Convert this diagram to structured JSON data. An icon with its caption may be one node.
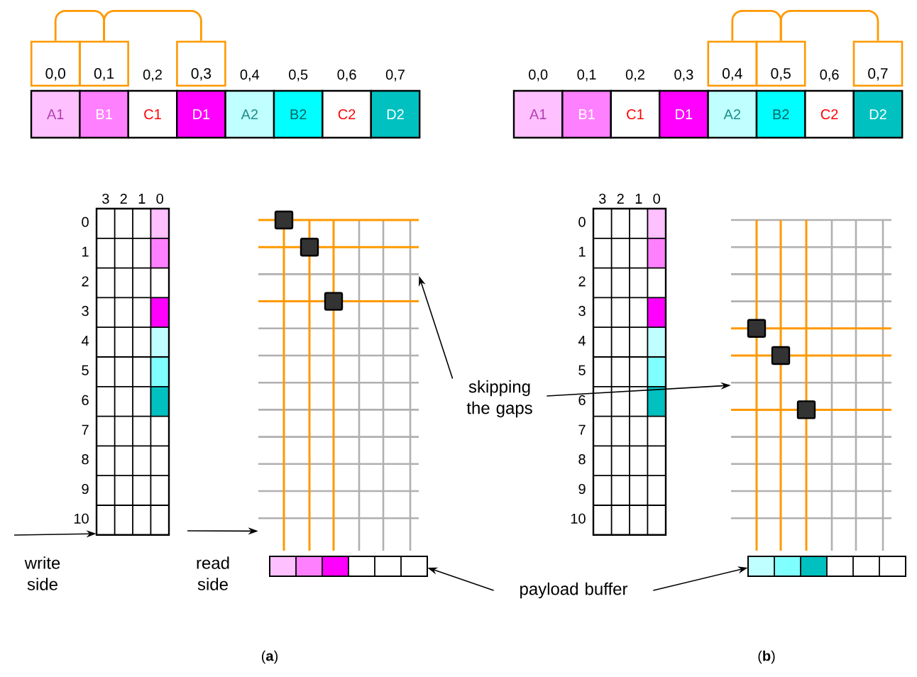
{
  "diagram": {
    "nodes": [
      {
        "text": [
          "0,0"
        ]
      },
      {
        "text": [
          "0,1"
        ]
      },
      {
        "text": [
          "0,3"
        ]
      },
      {
        "text": [
          "A1"
        ]
      },
      {
        "text": [
          "B1"
        ]
      },
      {
        "text": [
          "C1"
        ]
      },
      {
        "text": [
          "D1"
        ]
      },
      {
        "text": [
          "A2"
        ]
      },
      {
        "text": [
          "B2"
        ]
      },
      {
        "text": [
          "C2"
        ]
      },
      {
        "text": [
          "D2"
        ]
      },
      {
        "text": [
          "0,4"
        ]
      },
      {
        "text": [
          "0,5"
        ]
      },
      {
        "text": [
          "0,7"
        ]
      },
      {
        "text": [
          "A1"
        ]
      },
      {
        "text": [
          "B1"
        ]
      },
      {
        "text": [
          "C1"
        ]
      },
      {
        "text": [
          "D1"
        ]
      },
      {
        "text": [
          "A2"
        ]
      },
      {
        "text": [
          "B2"
        ]
      },
      {
        "text": [
          "C2"
        ]
      },
      {
        "text": [
          "D2"
        ]
      },
      {
        "text": [],
        "shape": "grid",
        "beside": [
          "3",
          "2",
          "1",
          "0",
          "0",
          "1",
          "2",
          "3",
          "4",
          "5",
          "6",
          "7",
          "8",
          "9",
          "10"
        ]
      },
      {
        "text": [],
        "shape": "grid"
      },
      {
        "text": [],
        "shape": "box"
      },
      {
        "text": [],
        "shape": "grid",
        "beside": [
          "3",
          "2",
          "1",
          "0",
          "0",
          "1",
          "2",
          "3",
          "4",
          "5",
          "6",
          "7",
          "8",
          "9",
          "10"
        ]
      },
      {
        "text": [],
        "shape": "grid"
      },
      {
        "text": [],
        "shape": "box"
      },
      {
        "text": [
          "skipping the gaps"
        ]
      },
      {
        "text": [
          "payload buffer"
        ]
      }
    ],
    "edges": [
      {
        "from": 0,
        "to": 1,
        "arrow": "none",
        "color": "#ff9900"
      },
      {
        "from": 1,
        "to": 2,
        "arrow": "none",
        "color": "#ff9900"
      },
      {
        "from": 11,
        "to": 12,
        "arrow": "none",
        "color": "#ff9900"
      },
      {
        "from": 12,
        "to": 13,
        "arrow": "none",
        "color": "#ff9900"
      },
      {
        "from": 28,
        "to": 23,
        "arrow": "to"
      },
      {
        "from": 28,
        "to": 26,
        "arrow": "to"
      },
      {
        "from": 29,
        "to": 24,
        "arrow": "to"
      },
      {
        "from": 29,
        "to": 27,
        "arrow": "to"
      },
      {
        "from": null,
        "to": 22,
        "arrow": "to",
        "label": "write side"
      },
      {
        "from": null,
        "to": 23,
        "arrow": "to",
        "label": "read side"
      }
    ],
    "labels": [
      "0,2",
      "0,4",
      "0,5",
      "0,6",
      "0,7",
      "0,0",
      "0,1",
      "0,2",
      "0,3",
      "0,6",
      "(**a**)",
      "(**b**)"
    ]
  }
}
